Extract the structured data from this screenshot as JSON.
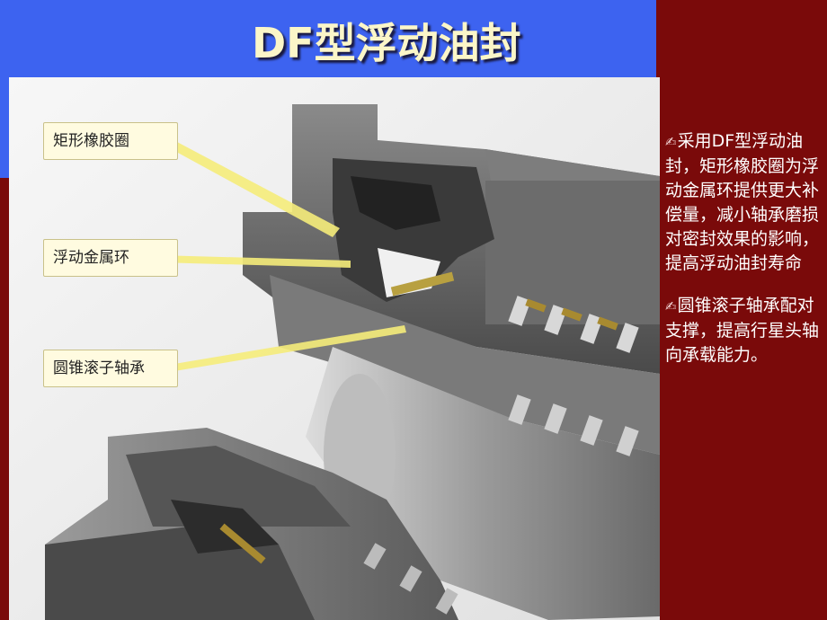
{
  "slide": {
    "title": "DF型浮动油封"
  },
  "callouts": [
    {
      "label": "矩形橡胶圈"
    },
    {
      "label": "浮动金属环"
    },
    {
      "label": "圆锥滚子轴承"
    }
  ],
  "bullets": [
    {
      "icon": "pen-icon",
      "text": "采用DF型浮动油封，矩形橡胶圈为浮动金属环提供更大补偿量，减小轴承磨损对密封效果的影响，提高浮动油封寿命"
    },
    {
      "icon": "pen-icon",
      "text": "圆锥滚子轴承配对支撑，提高行星头轴向承载能力。"
    }
  ],
  "colors": {
    "background": "#7a0a0a",
    "title_band": "#3d63f0",
    "title_text": "#fbf6c8",
    "callout_fill": "#fffbe0",
    "leader_line": "#f5ec7a"
  }
}
